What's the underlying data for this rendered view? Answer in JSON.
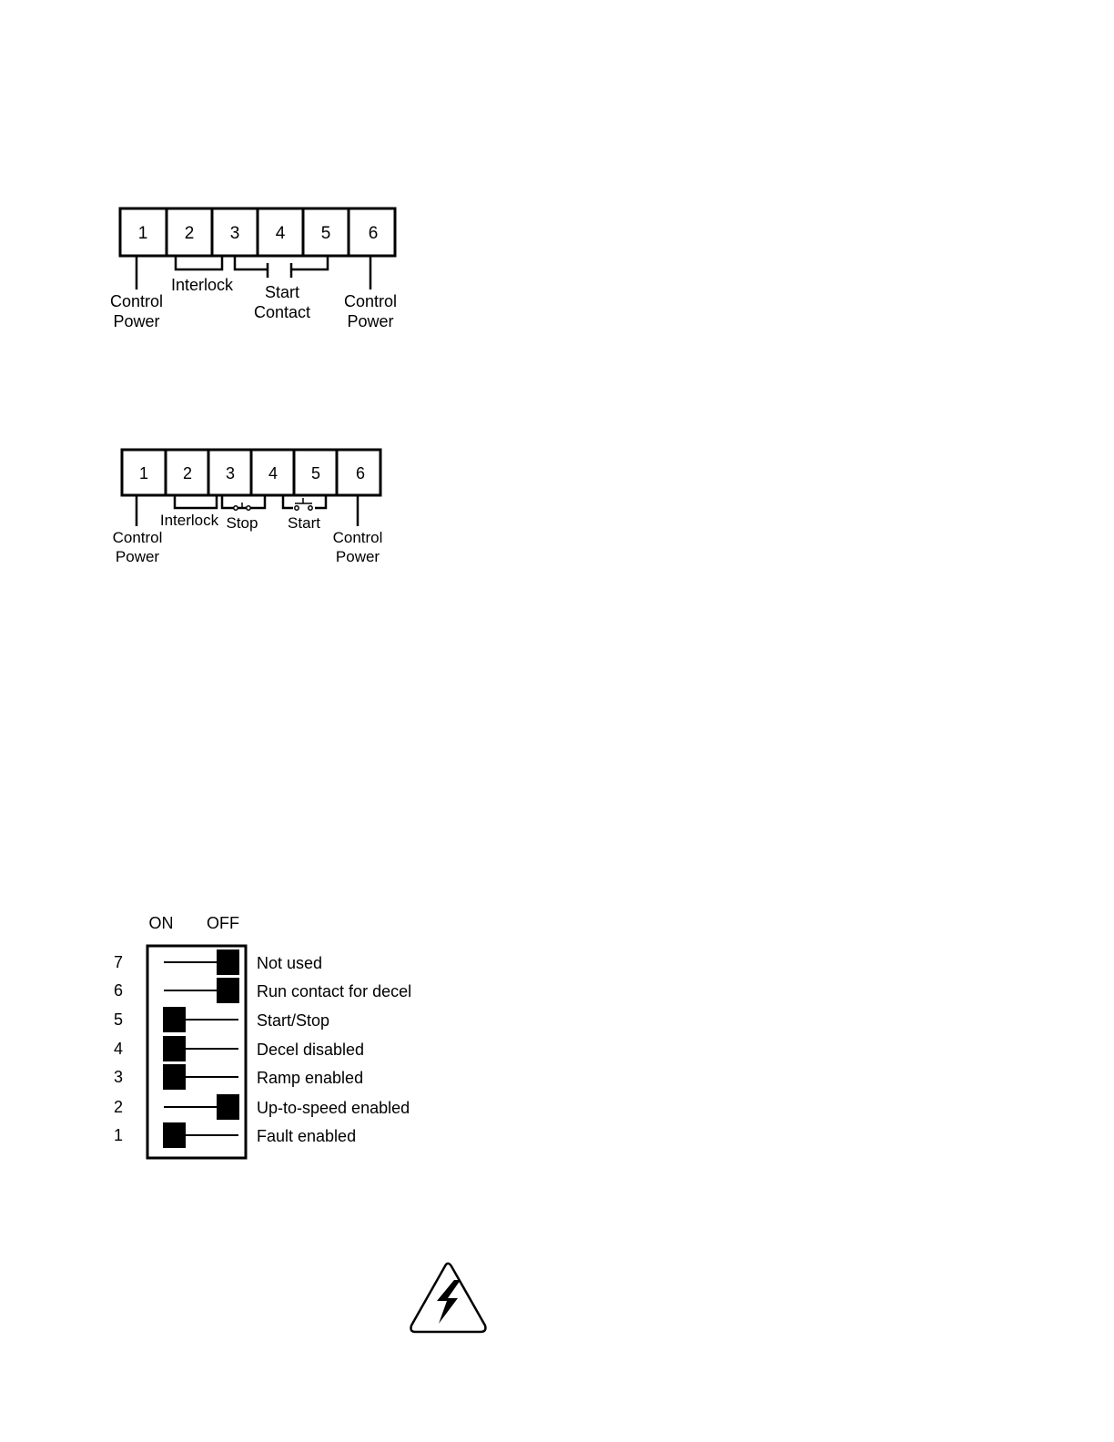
{
  "terminal_diagram_1": {
    "terminals": [
      "1",
      "2",
      "3",
      "4",
      "5",
      "6"
    ],
    "labels": {
      "control_power_left": [
        "Control",
        "Power"
      ],
      "interlock": "Interlock",
      "start_contact": [
        "Start",
        "Contact"
      ],
      "control_power_right": [
        "Control",
        "Power"
      ]
    }
  },
  "terminal_diagram_2": {
    "terminals": [
      "1",
      "2",
      "3",
      "4",
      "5",
      "6"
    ],
    "labels": {
      "control_power_left": [
        "Control",
        "Power"
      ],
      "interlock": "Interlock",
      "stop": "Stop",
      "start": "Start",
      "control_power_right": [
        "Control",
        "Power"
      ]
    }
  },
  "dip_switch": {
    "header_on": "ON",
    "header_off": "OFF",
    "switches": [
      {
        "number": "7",
        "label": "Not used",
        "state": "OFF"
      },
      {
        "number": "6",
        "label": "Run contact for decel",
        "state": "OFF"
      },
      {
        "number": "5",
        "label": "Start/Stop",
        "state": "ON"
      },
      {
        "number": "4",
        "label": "Decel disabled",
        "state": "ON"
      },
      {
        "number": "3",
        "label": "Ramp enabled",
        "state": "ON"
      },
      {
        "number": "2",
        "label": "Up-to-speed enabled",
        "state": "OFF"
      },
      {
        "number": "1",
        "label": "Fault enabled",
        "state": "ON"
      }
    ]
  },
  "warning_symbol": {
    "icon": "high-voltage-warning-icon"
  }
}
